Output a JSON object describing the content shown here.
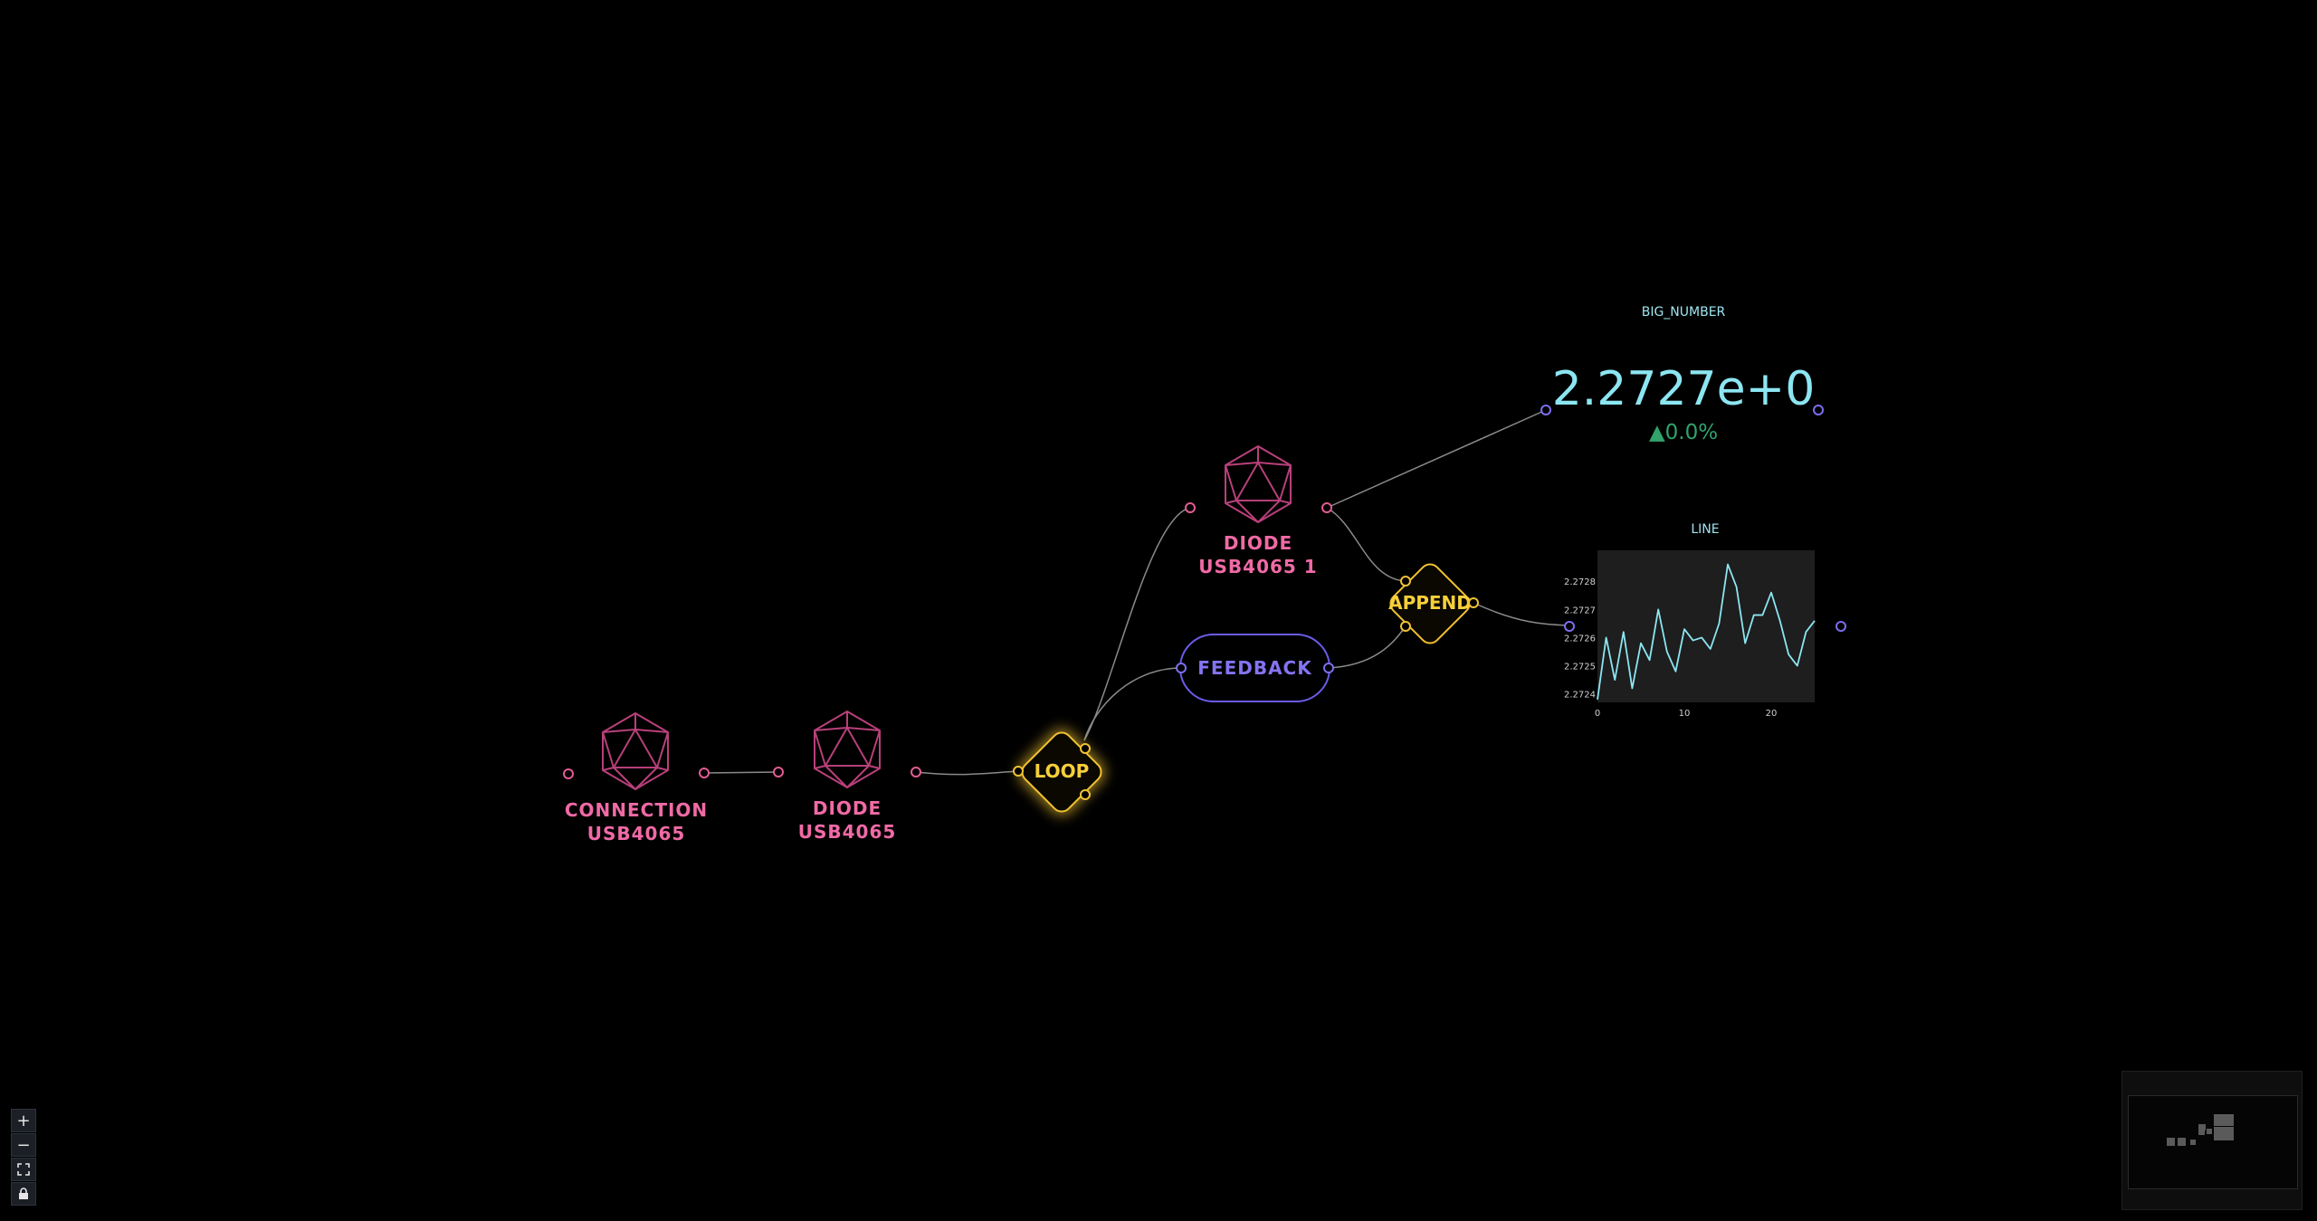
{
  "nodes": {
    "connection": {
      "line1": "CONNECTION",
      "line2": "USB4065",
      "icon": "icosahedron-icon"
    },
    "diode": {
      "line1": "DIODE",
      "line2": "USB4065",
      "icon": "icosahedron-icon"
    },
    "diode_1": {
      "line1": "DIODE",
      "line2": "USB4065 1",
      "icon": "icosahedron-icon"
    },
    "loop": {
      "label": "LOOP"
    },
    "append": {
      "label": "APPEND"
    },
    "feedback": {
      "label": "FEEDBACK"
    }
  },
  "big_number": {
    "title": "BIG_NUMBER",
    "value": "2.2727e+0",
    "delta": "▲0.0%"
  },
  "line_viz": {
    "title": "LINE"
  },
  "controls": {
    "zoom_in": "+",
    "zoom_out": "−",
    "fit_icon": "fit-view-icon",
    "lock_icon": "lock-icon"
  },
  "colors": {
    "pink": "#e45b95",
    "yellow": "#f1c232",
    "purple": "#7c6ef0",
    "cyan": "#8ce6f2",
    "green": "#31a36b"
  },
  "chart_data": {
    "type": "line",
    "title": "LINE",
    "x": [
      0,
      1,
      2,
      3,
      4,
      5,
      6,
      7,
      8,
      9,
      10,
      11,
      12,
      13,
      14,
      15,
      16,
      17,
      18,
      19,
      20,
      21,
      22,
      23,
      24,
      25
    ],
    "series": [
      {
        "values": [
          2.27238,
          2.2726,
          2.27245,
          2.27262,
          2.27242,
          2.27258,
          2.27252,
          2.2727,
          2.27255,
          2.27248,
          2.27263,
          2.27259,
          2.2726,
          2.27256,
          2.27265,
          2.27286,
          2.27278,
          2.27258,
          2.27268,
          2.27268,
          2.27276,
          2.27266,
          2.27254,
          2.2725,
          2.27262,
          2.27266
        ]
      }
    ],
    "xticks": [
      0,
      10,
      20
    ],
    "yticks": [
      2.2724,
      2.2725,
      2.2726,
      2.2727,
      2.2728
    ],
    "ytick_labels": [
      "2.2724",
      "2.2725",
      "2.2726",
      "2.2727",
      "2.2728"
    ],
    "xlim": [
      0,
      25
    ],
    "ylim": [
      2.27237,
      2.27291
    ]
  }
}
